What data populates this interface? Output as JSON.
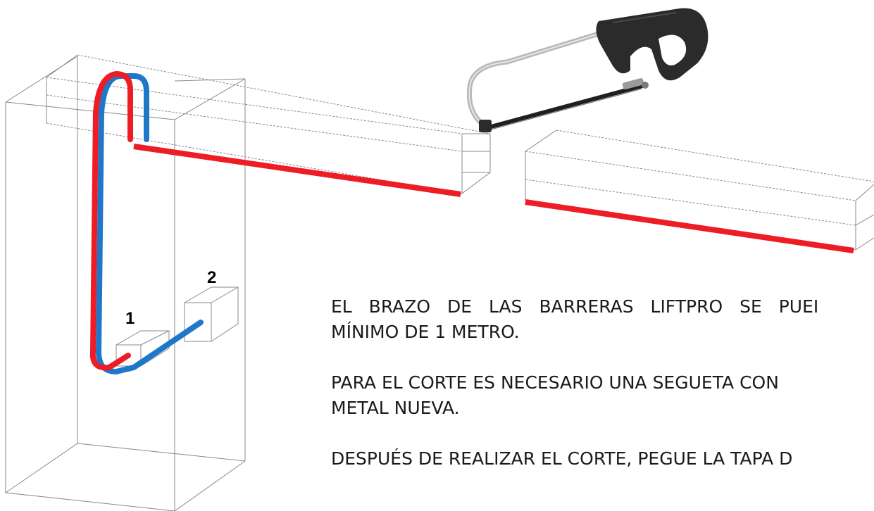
{
  "labels": {
    "junction_1": "1",
    "junction_2": "2"
  },
  "instructions": {
    "p1_line1": "EL BRAZO DE LAS BARRERAS LIFTPRO SE PUEI",
    "p1_line2": "MÍNIMO DE 1 METRO.",
    "p2_line1": "PARA EL CORTE ES NECESARIO UNA SEGUETA CON",
    "p2_line2": "METAL NUEVA.",
    "p3_line1": "DESPUÉS DE REALIZAR EL CORTE, PEGUE LA TAPA D"
  },
  "colors": {
    "cable_red": "#ee1c24",
    "cable_blue": "#1f77c9",
    "wireframe": "#888888",
    "saw_handle": "#2b2b2b",
    "saw_frame": "#b8b8b8",
    "text": "#1a1a1a"
  }
}
